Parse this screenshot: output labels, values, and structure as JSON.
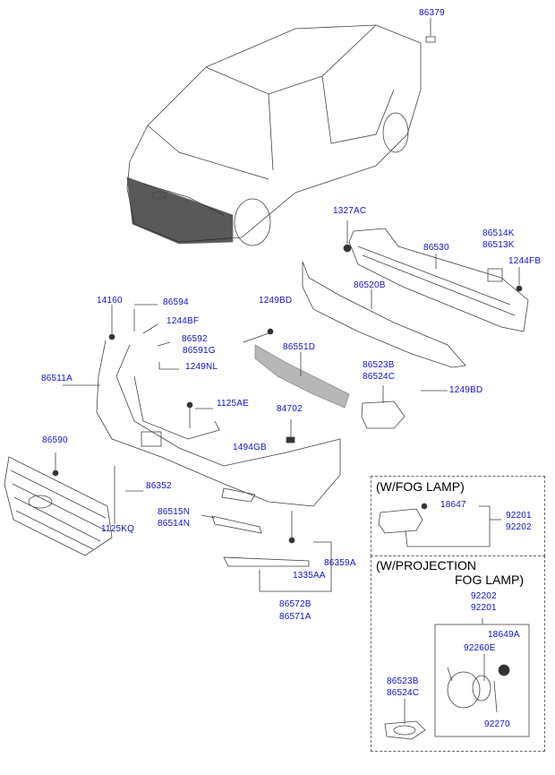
{
  "labels": {
    "p86379": "86379",
    "p1327AC": "1327AC",
    "p86514K": "86514K",
    "p86513K": "86513K",
    "p86530": "86530",
    "p1244FB": "1244FB",
    "p86520B": "86520B",
    "p14160": "14160",
    "p86594": "86594",
    "p1249BD_a": "1249BD",
    "p1244BF": "1244BF",
    "p86592": "86592",
    "p86591G": "86591G",
    "p86551D": "86551D",
    "p1249NL": "1249NL",
    "p86511A": "86511A",
    "p86523B_a": "86523B",
    "p86524C_a": "86524C",
    "p1249BD_b": "1249BD",
    "p1125AE": "1125AE",
    "p84702": "84702",
    "p1494GB": "1494GB",
    "p86590": "86590",
    "p86352": "86352",
    "p86515N": "86515N",
    "p86514N": "86514N",
    "p1125KQ": "1125KQ",
    "p86359A": "86359A",
    "p1335AA": "1335AA",
    "p86572B": "86572B",
    "p86571A": "86571A"
  },
  "fog_box": {
    "title": "(W/FOG LAMP)",
    "p18647": "18647",
    "p92201": "92201",
    "p92202": "92202"
  },
  "projection_box": {
    "title_line1": "(W/PROJECTION",
    "title_line2": "FOG LAMP)",
    "p92202": "92202",
    "p92201": "92201",
    "p18649A": "18649A",
    "p92260E": "92260E",
    "p86523B": "86523B",
    "p86524C": "86524C",
    "p92270": "92270"
  },
  "colors": {
    "label": "#1010d0",
    "line": "#333333"
  }
}
